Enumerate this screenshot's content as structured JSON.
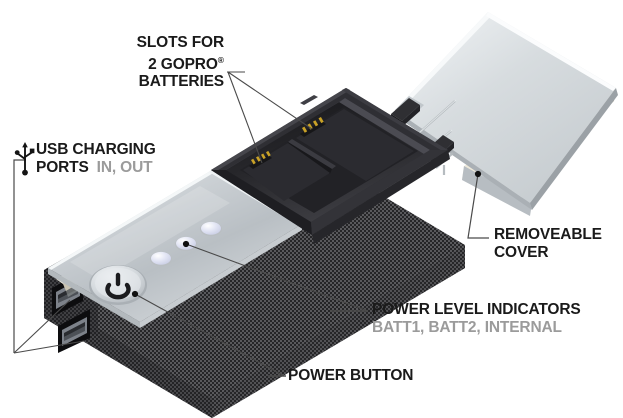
{
  "diagram": {
    "title": "Exploded view of GoPro dual-battery power bank with labeled callouts",
    "background_color": "#ffffff",
    "label_color": "#1a1a1a",
    "sublabel_color": "#9b9b9b",
    "leader_line_color": "#4a4a4a"
  },
  "callouts": {
    "slots": {
      "line1": "SLOTS FOR",
      "line2a": "2 GOPRO",
      "line2b": "®",
      "line3": "BATTERIES"
    },
    "usb": {
      "icon": "usb-trident-icon",
      "line1": "USB CHARGING",
      "line2": "PORTS",
      "line2_sub": "IN, OUT"
    },
    "cover": {
      "line1": "REMOVEABLE",
      "line2": "COVER"
    },
    "power_level": {
      "line1": "POWER LEVEL INDICATORS",
      "line2": "BATT1, BATT2, INTERNAL"
    },
    "power_button": {
      "line1": "POWER BUTTON"
    }
  },
  "product": {
    "body_material": "carbon-fiber-weave",
    "top_plate_color": "#c9ced2",
    "tray_color": "#2b2b2d",
    "cover_color": "#d2d7da",
    "contact_color": "#c9a227",
    "indicator_color": "#d9dcef",
    "indicator_count": 3,
    "usb_port_count": 2,
    "battery_slot_count": 2,
    "power_button_glyph": "⏻"
  }
}
